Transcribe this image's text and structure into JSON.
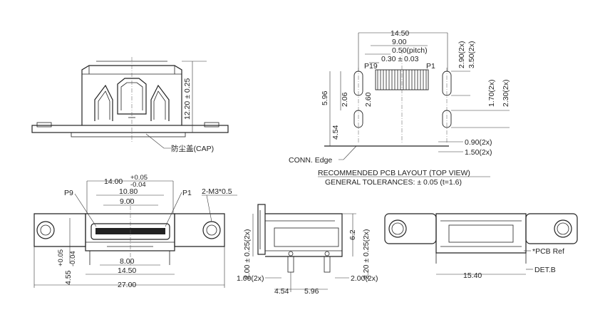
{
  "top_left_view": {
    "dim_height": "12.20 ± 0.25",
    "cap_label": "防尘盖(CAP)"
  },
  "pcb_layout": {
    "dim_width": "14.50",
    "dim_pins_span": "9.00",
    "dim_pitch": "0.50(pitch)",
    "dim_pad_width": "0.30 ± 0.03",
    "label_p19": "P19",
    "label_p1": "P1",
    "dim_slot_h1": "2.90(2x)",
    "dim_slot_h2": "3.50(2x)",
    "dim_slot2_h1": "1.70(2x)",
    "dim_slot2_h2": "2.30(2x)",
    "dim_v1": "5.96",
    "dim_v2": "2.06",
    "dim_v3": "2.60",
    "dim_v4": "4.54",
    "dim_w1": "0.90(2x)",
    "dim_w2": "1.50(2x)",
    "edge_label": "CONN. Edge",
    "title": "RECOMMENDED PCB LAYOUT (TOP VIEW)",
    "tolerance": "GENERAL TOLERANCES: ± 0.05 (t=1.6)"
  },
  "front_view": {
    "dim_top_main": "14.00",
    "dim_top_plus": "+0.05",
    "dim_top_minus": "-0.04",
    "dim_10_80": "10.80",
    "dim_9_00": "9.00",
    "label_p9": "P9",
    "label_p1": "P1",
    "label_screw": "2-M3*0.5",
    "dim_8_00": "8.00",
    "dim_14_50": "14.50",
    "dim_27_00": "27.00",
    "dim_left_main": "4.55",
    "dim_left_plus": "+0.05",
    "dim_left_minus": "-0.04"
  },
  "side_view": {
    "dim_left": "2.00 ± 0.25(2x)",
    "dim_6_2": "6.2",
    "dim_right": "2.20 ± 0.25(2x)",
    "dim_1_00": "1.00(2x)",
    "dim_2_00": "2.00(2x)",
    "dim_4_54": "4.54",
    "dim_5_96": "5.96"
  },
  "rear_view": {
    "pcb_ref": "*PCB Ref",
    "dim_15_40": "15.40",
    "det_b": "DET.B"
  }
}
